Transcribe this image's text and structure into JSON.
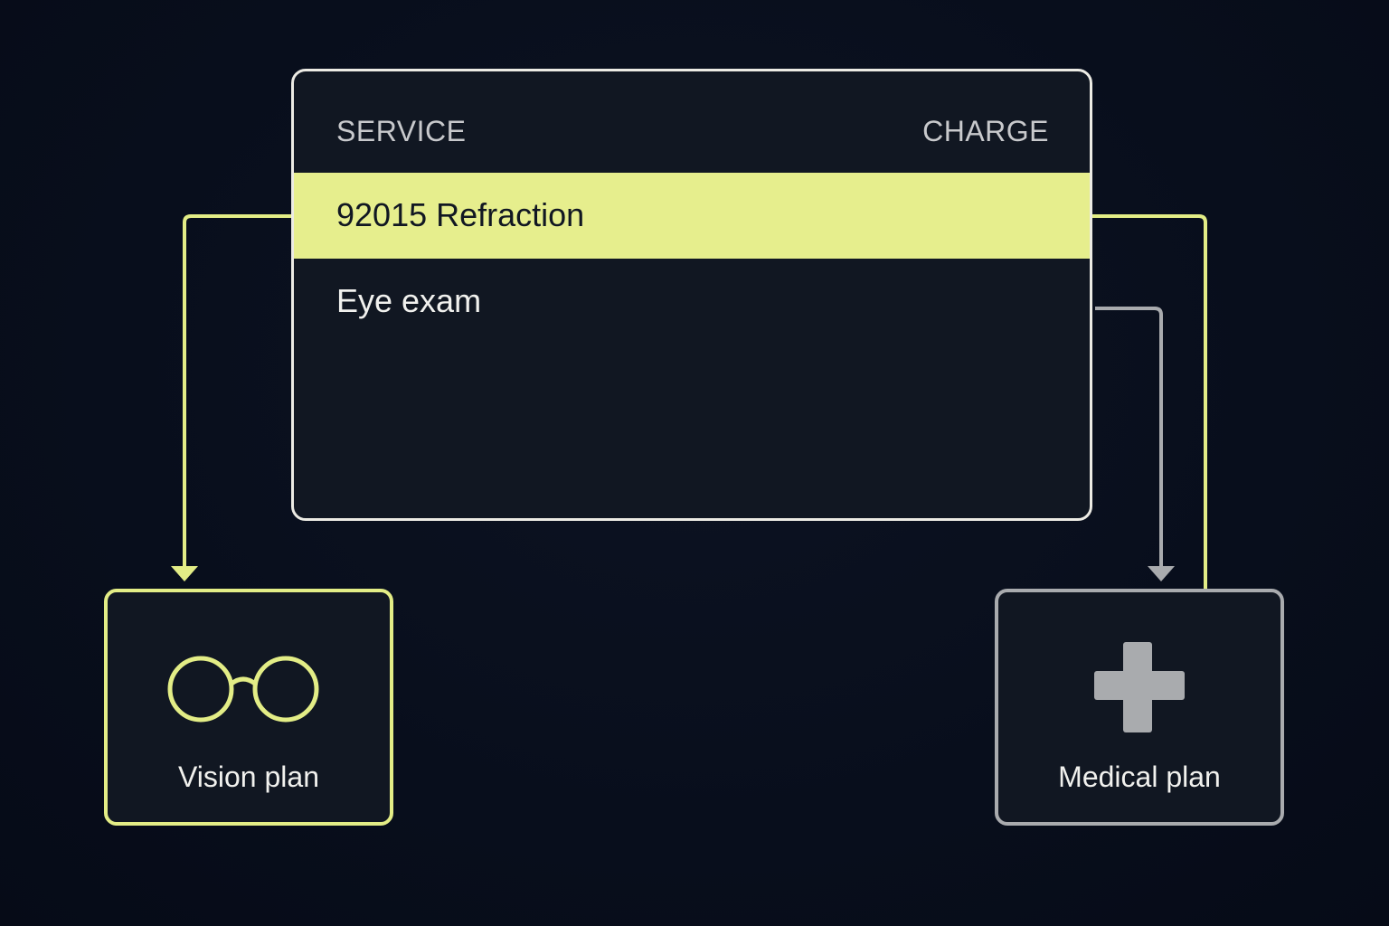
{
  "table": {
    "header": {
      "service": "SERVICE",
      "charge": "CHARGE"
    },
    "rows": [
      {
        "label": "92015 Refraction",
        "highlighted": true
      },
      {
        "label": "Eye exam",
        "highlighted": false
      }
    ]
  },
  "plans": {
    "vision": {
      "label": "Vision plan",
      "icon": "glasses-icon"
    },
    "medical": {
      "label": "Medical plan",
      "icon": "medical-cross-icon"
    }
  },
  "colors": {
    "background": "#080e1c",
    "panel": "#111722",
    "accent": "#e6ee8d",
    "neutral": "#a9abae",
    "border": "#ecebe4"
  }
}
